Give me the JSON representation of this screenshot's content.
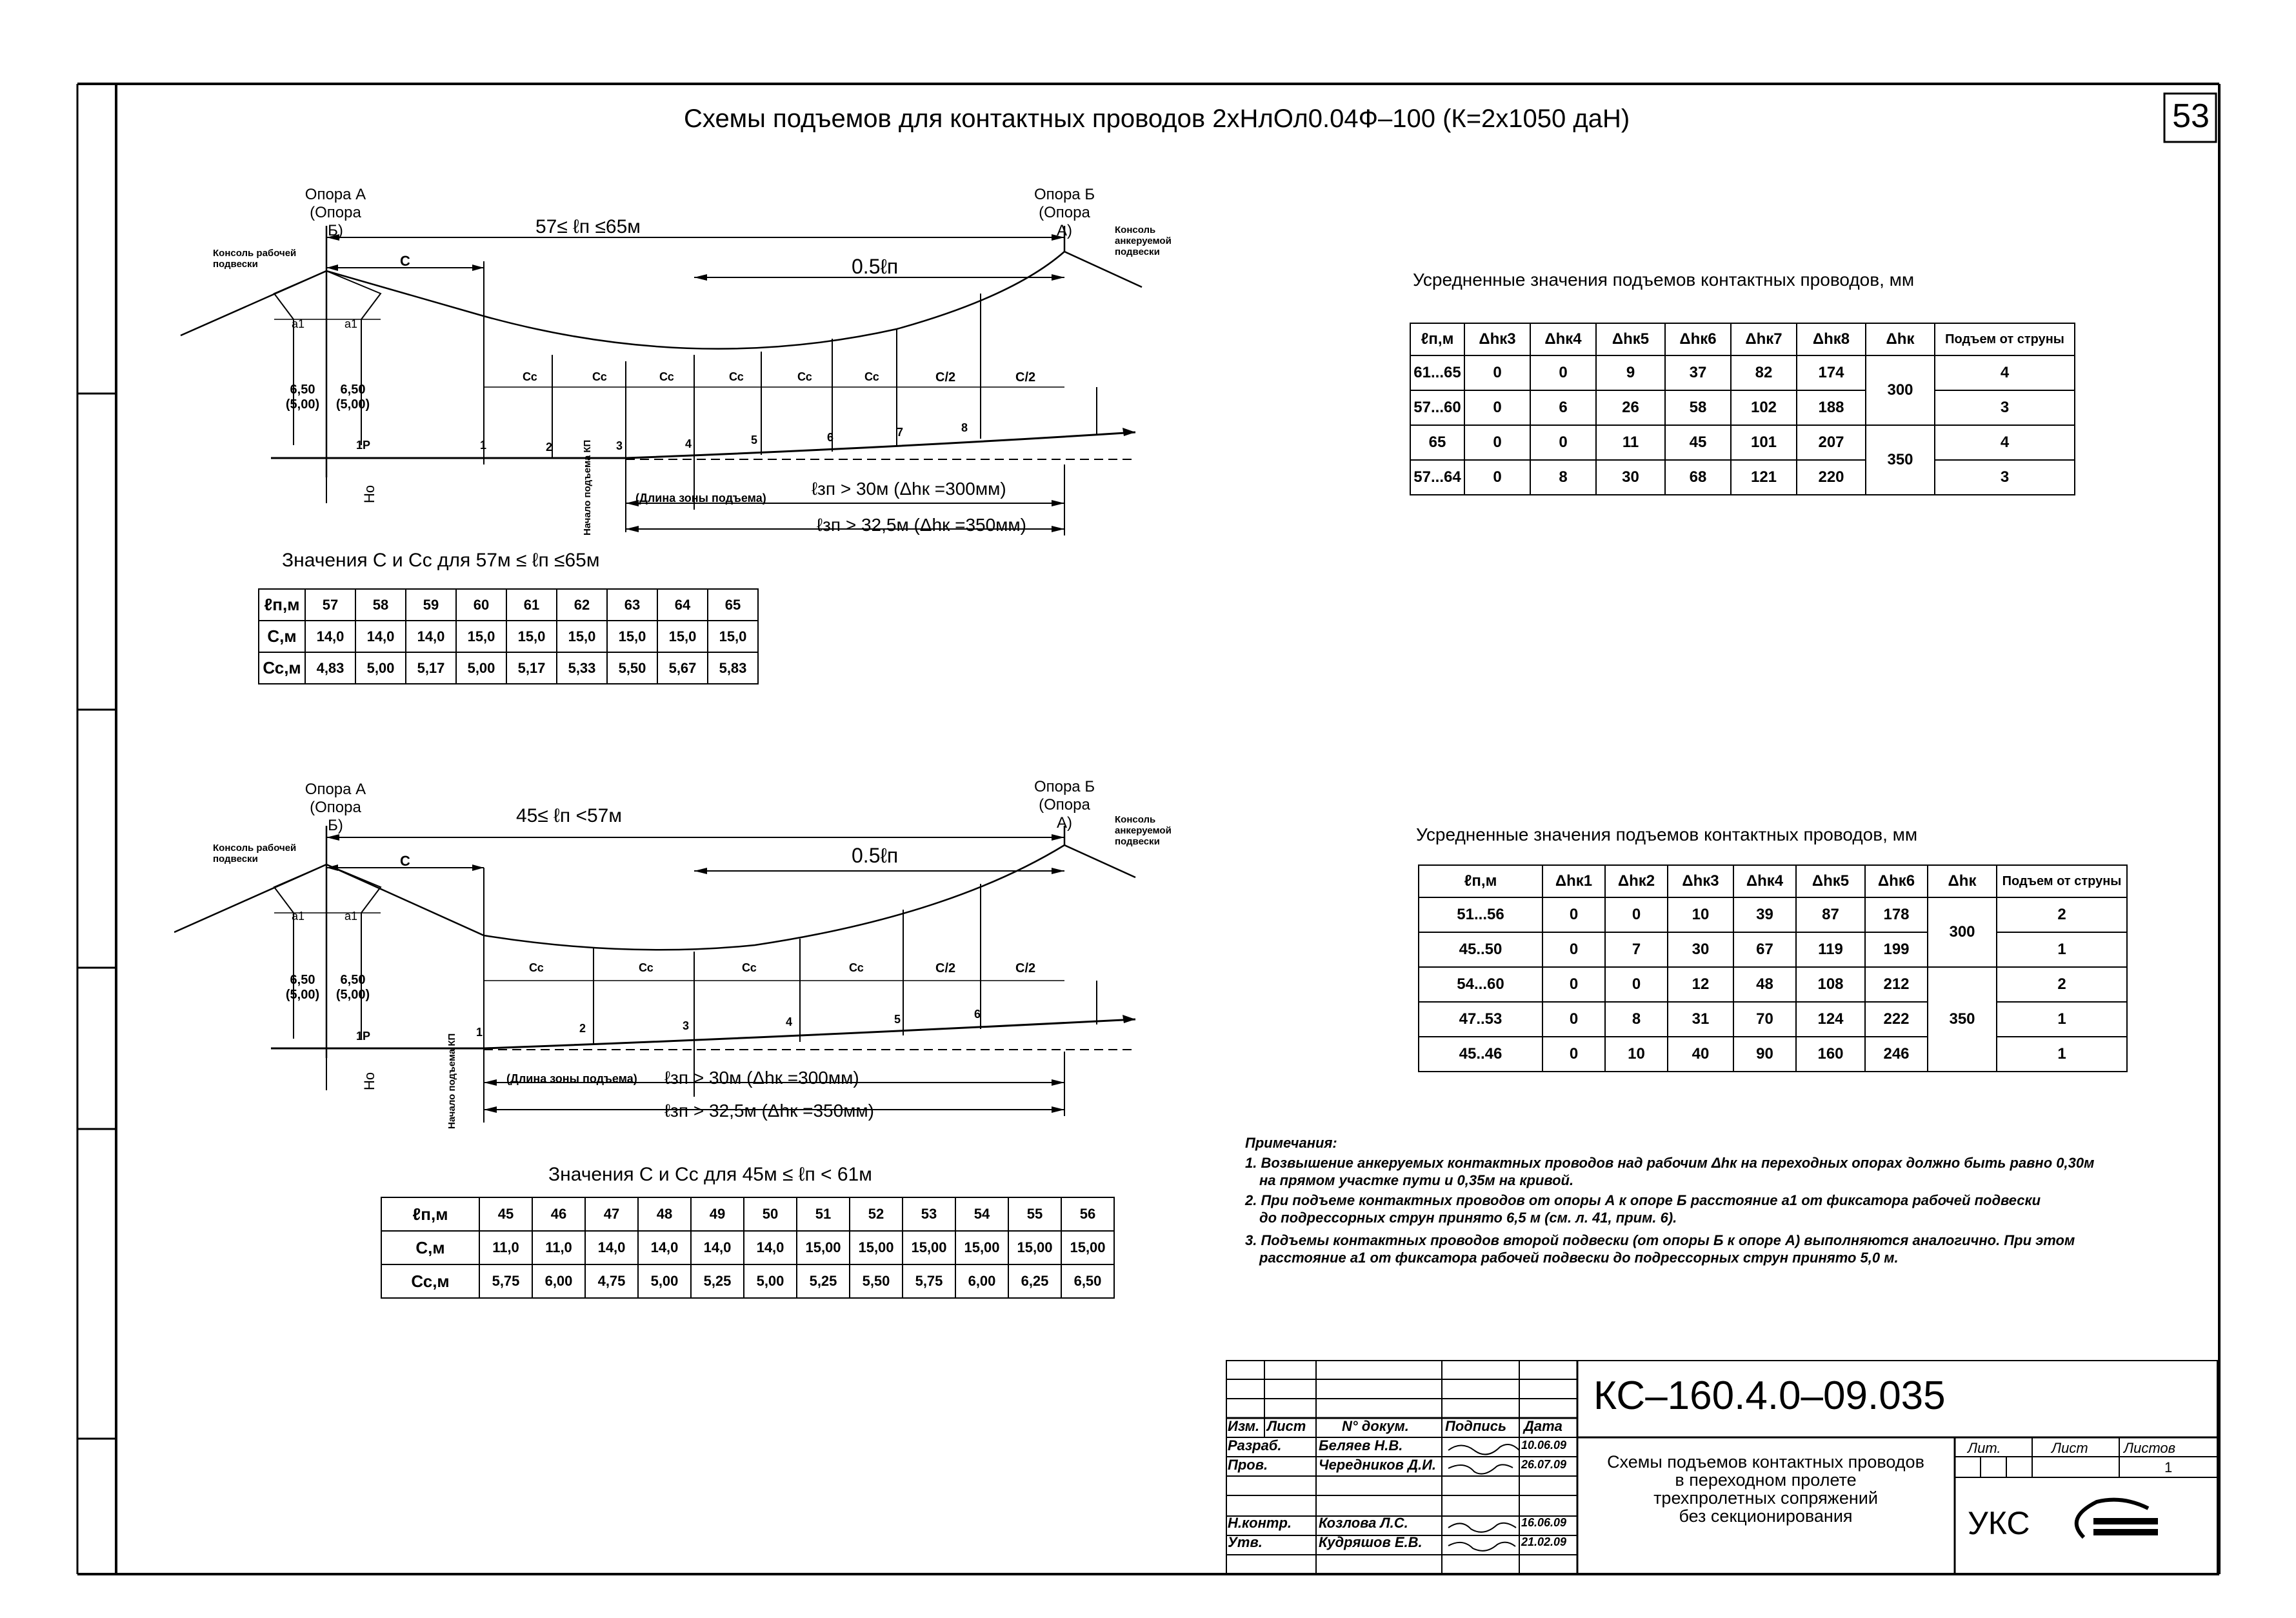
{
  "page_number": "53",
  "title": "Схемы подъемов для контактных проводов 2хНлОл0.04Ф–100 (К=2х1050 даН)",
  "diagram1": {
    "support_a": "Опора А",
    "support_a_alt": "(Опора Б)",
    "support_b": "Опора Б",
    "support_b_alt": "(Опора А)",
    "span_label": "57≤ ℓп ≤65м",
    "console_work": "Консоль рабочей подвески",
    "console_anchor": "Консоль анкеруемой подвески",
    "half_span": "0.5ℓп",
    "c_label": "С",
    "cc": "Сс",
    "c_half": "С/2",
    "a1": "а1",
    "dim1": "6,50",
    "dim1b": "(5,00)",
    "dim2": "6,50",
    "dim2b": "(5,00)",
    "point_1p": "1Р",
    "points": [
      "1",
      "2",
      "3",
      "4",
      "5",
      "6",
      "7",
      "8"
    ],
    "h0": "Hо",
    "start_zone": "Начало подъема КП",
    "zone_length": "(Длина зоны подъема)",
    "lzp1": "ℓзп > 30м (Δhк =300мм)",
    "lzp2": "ℓзп > 32,5м (Δhк =350мм)"
  },
  "diagram2": {
    "support_a": "Опора А",
    "support_a_alt": "(Опора Б)",
    "support_b": "Опора Б",
    "support_b_alt": "(Опора А)",
    "span_label": "45≤ ℓп <57м",
    "console_work": "Консоль рабочей подвески",
    "console_anchor": "Консоль анкеруемой подвески",
    "half_span": "0.5ℓп",
    "c_label": "С",
    "cc": "Сс",
    "c_half": "С/2",
    "a1": "а1",
    "dim1": "6,50",
    "dim1b": "(5,00)",
    "dim2": "6,50",
    "dim2b": "(5,00)",
    "point_1p": "1Р",
    "points": [
      "1",
      "2",
      "3",
      "4",
      "5",
      "6"
    ],
    "h0": "Hо",
    "start_zone": "Начало подъема КП",
    "zone_length": "(Длина зоны подъема)",
    "lzp1": "ℓзп > 30м (Δhк =300мм)",
    "lzp2": "ℓзп > 32,5м (Δhк =350мм)"
  },
  "table_c1": {
    "caption": "Значения С и Сс для 57м ≤ ℓп ≤65м",
    "rows": [
      [
        "ℓп,м",
        "57",
        "58",
        "59",
        "60",
        "61",
        "62",
        "63",
        "64",
        "65"
      ],
      [
        "С,м",
        "14,0",
        "14,0",
        "14,0",
        "15,0",
        "15,0",
        "15,0",
        "15,0",
        "15,0",
        "15,0"
      ],
      [
        "Сс,м",
        "4,83",
        "5,00",
        "5,17",
        "5,00",
        "5,17",
        "5,33",
        "5,50",
        "5,67",
        "5,83"
      ]
    ]
  },
  "table_c2": {
    "caption": "Значения С и Сс для 45м ≤ ℓп < 61м",
    "rows": [
      [
        "ℓп,м",
        "45",
        "46",
        "47",
        "48",
        "49",
        "50",
        "51",
        "52",
        "53",
        "54",
        "55",
        "56"
      ],
      [
        "С,м",
        "11,0",
        "11,0",
        "14,0",
        "14,0",
        "14,0",
        "14,0",
        "15,00",
        "15,00",
        "15,00",
        "15,00",
        "15,00",
        "15,00"
      ],
      [
        "Сс,м",
        "5,75",
        "6,00",
        "4,75",
        "5,00",
        "5,25",
        "5,00",
        "5,25",
        "5,50",
        "5,75",
        "6,00",
        "6,25",
        "6,50"
      ]
    ]
  },
  "table_h1": {
    "caption": "Усредненные значения подъемов контактных проводов, мм",
    "header": [
      "ℓп,м",
      "Δhк3",
      "Δhк4",
      "Δhк5",
      "Δhк6",
      "Δhк7",
      "Δhк8",
      "Δhк",
      "Подъем от струны"
    ],
    "rows": [
      [
        "61...65",
        "0",
        "0",
        "9",
        "37",
        "82",
        "174",
        "4"
      ],
      [
        "57...60",
        "0",
        "6",
        "26",
        "58",
        "102",
        "188",
        "3"
      ],
      [
        "65",
        "0",
        "0",
        "11",
        "45",
        "101",
        "207",
        "4"
      ],
      [
        "57...64",
        "0",
        "8",
        "30",
        "68",
        "121",
        "220",
        "3"
      ]
    ],
    "dhk_merged": [
      "300",
      "350"
    ]
  },
  "table_h2": {
    "caption": "Усредненные значения подъемов контактных проводов, мм",
    "header": [
      "ℓп,м",
      "Δhк1",
      "Δhк2",
      "Δhк3",
      "Δhк4",
      "Δhк5",
      "Δhк6",
      "Δhк",
      "Подъем от струны"
    ],
    "rows": [
      [
        "51...56",
        "0",
        "0",
        "10",
        "39",
        "87",
        "178",
        "2"
      ],
      [
        "45..50",
        "0",
        "7",
        "30",
        "67",
        "119",
        "199",
        "1"
      ],
      [
        "54...60",
        "0",
        "0",
        "12",
        "48",
        "108",
        "212",
        "2"
      ],
      [
        "47..53",
        "0",
        "8",
        "31",
        "70",
        "124",
        "222",
        "1"
      ],
      [
        "45..46",
        "0",
        "10",
        "40",
        "90",
        "160",
        "246",
        "1"
      ]
    ],
    "dhk_merged": [
      "300",
      "350"
    ]
  },
  "notes": {
    "title": "Примечания:",
    "items": [
      "1. Возвышение анкеруемых контактных проводов над рабочим   Δhк  на переходных опорах должно быть равно 0,30м",
      "на прямом участке пути и 0,35м на кривой.",
      "2. При подъеме контактных проводов от опоры А к опоре Б расстояние а1 от фиксатора рабочей подвески",
      "до подрессорных струн принято 6,5 м (см. л. 41, прим. 6).",
      "3. Подъемы контактных проводов второй подвески (от опоры Б к опоре А) выполняются аналогично. При этом",
      "расстояние а1 от фиксатора рабочей подвески до подрессорных струн принято 5,0 м."
    ]
  },
  "stamp": {
    "code": "КС–160.4.0–09.035",
    "headers": [
      "Изм.",
      "Лист",
      "N° докум.",
      "Подпись",
      "Дата"
    ],
    "rows": [
      [
        "Разраб.",
        "Беляев Н.В.",
        "",
        "10.06.09"
      ],
      [
        "Пров.",
        "Чередников Д.И.",
        "",
        "26.07.09"
      ],
      [
        "",
        "",
        "",
        ""
      ],
      [
        "Н.контр.",
        "Козлова Л.С.",
        "",
        "16.06.09"
      ],
      [
        "Утв.",
        "Кудряшов Е.В.",
        "",
        "21.02.09"
      ]
    ],
    "doc_title": [
      "Схемы подъемов контактных проводов",
      "в переходном пролете",
      "трехпролетных сопряжений",
      "без секционирования"
    ],
    "lit": "Лит.",
    "sheet": "Лист",
    "sheets": "Листов",
    "sheets_value": "1",
    "org": "УКС"
  }
}
